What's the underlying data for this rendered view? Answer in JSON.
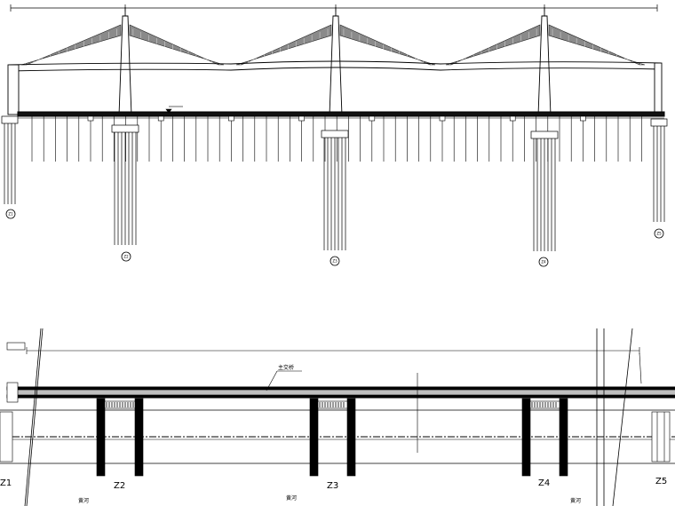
{
  "elevation": {
    "pier_tags": [
      "Z1",
      "Z2",
      "Z3",
      "Z4",
      "Z5"
    ]
  },
  "plan": {
    "bridge_name": "主交桥",
    "pier_labels": [
      "Z1",
      "Z2",
      "Z3",
      "Z4",
      "Z5"
    ],
    "river_labels": [
      "黄河",
      "黄河",
      "黄河"
    ]
  },
  "colors": {
    "line": "#000000",
    "cable_fill": "#7a7a7a",
    "background": "#ffffff"
  }
}
